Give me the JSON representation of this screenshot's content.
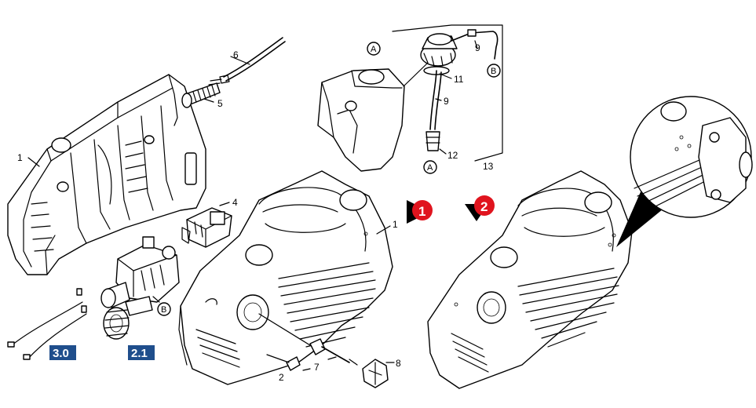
{
  "part_labels": [
    {
      "id": "p1a",
      "text": "1"
    },
    {
      "id": "p1b",
      "text": "1"
    },
    {
      "id": "p2",
      "text": "2"
    },
    {
      "id": "p4",
      "text": "4"
    },
    {
      "id": "p5",
      "text": "5"
    },
    {
      "id": "p6",
      "text": "6"
    },
    {
      "id": "p7",
      "text": "7"
    },
    {
      "id": "p8",
      "text": "8"
    },
    {
      "id": "p9a",
      "text": "9"
    },
    {
      "id": "p9b",
      "text": "9"
    },
    {
      "id": "p11",
      "text": "11"
    },
    {
      "id": "p12",
      "text": "12"
    },
    {
      "id": "p13",
      "text": "13"
    }
  ],
  "circle_labels": [
    {
      "id": "cA1",
      "text": "A"
    },
    {
      "id": "cA2",
      "text": "A"
    },
    {
      "id": "cB1",
      "text": "B"
    },
    {
      "id": "cB2",
      "text": "B"
    }
  ],
  "ref_boxes": [
    {
      "id": "r30",
      "text": "3.0"
    },
    {
      "id": "r21",
      "text": "2.1"
    }
  ],
  "step_markers": [
    {
      "id": "s1",
      "text": "1"
    },
    {
      "id": "s2",
      "text": "2"
    }
  ],
  "colors": {
    "ref_box": "#1f4e8c",
    "step_marker": "#e0141e",
    "line": "#000000"
  }
}
